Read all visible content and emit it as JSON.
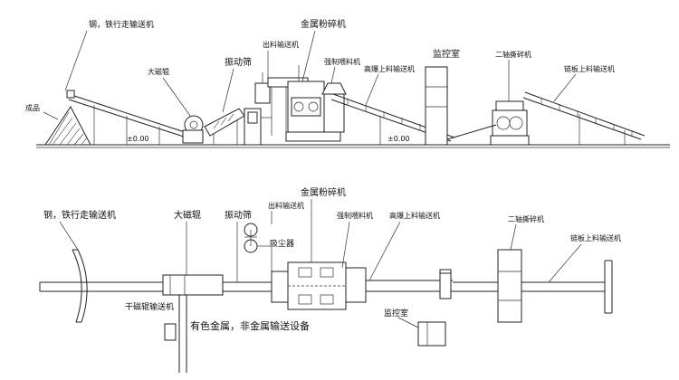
{
  "elevation": {
    "label_steel_conveyor": "钢，铁行走输送机",
    "label_big_magnet": "大磁辊",
    "label_product": "成品",
    "label_vibrating_screen": "振动筛",
    "label_outfeed_conveyor": "出料输送机",
    "label_metal_crusher": "金属粉碎机",
    "label_forced_feeder": "强制喂料机",
    "label_high_climb_conveyor": "高爆上料输送机",
    "label_control_room": "监控室",
    "label_twin_shaft_shredder": "二轴撕碎机",
    "label_chain_plate_conveyor": "链板上料输送机",
    "level_left": "±0.00",
    "level_right": "±0.00"
  },
  "plan": {
    "label_metal_crusher": "金属粉碎机",
    "label_steel_conveyor": "钢，铁行走输送机",
    "label_big_magnet": "大磁辊",
    "label_vibrating_screen": "振动筛",
    "label_outfeed_conveyor": "出料输送机",
    "label_dust_collector": "吸尘器",
    "label_forced_feeder": "强制喂料机",
    "label_high_climb_conveyor": "高爆上料输送机",
    "label_twin_shaft_shredder": "二轴撕碎机",
    "label_chain_plate_conveyor": "链板上料输送机",
    "label_dry_magnet_conveyor": "干磁辊输送机",
    "label_nonferrous": "有色金属，非金属输送设备",
    "label_control_room": "监控室"
  }
}
